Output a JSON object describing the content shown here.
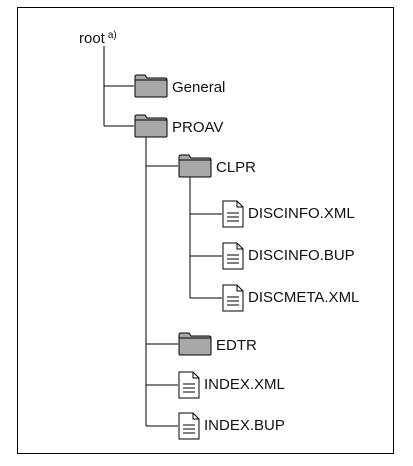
{
  "tree": {
    "root": {
      "label": "root",
      "note": "a)"
    },
    "nodes": [
      {
        "label": "General",
        "type": "folder"
      },
      {
        "label": "PROAV",
        "type": "folder"
      },
      {
        "label": "CLPR",
        "type": "folder"
      },
      {
        "label": "DISCINFO.XML",
        "type": "file"
      },
      {
        "label": "DISCINFO.BUP",
        "type": "file"
      },
      {
        "label": "DISCMETA.XML",
        "type": "file"
      },
      {
        "label": "EDTR",
        "type": "folder"
      },
      {
        "label": "INDEX.XML",
        "type": "file"
      },
      {
        "label": "INDEX.BUP",
        "type": "file"
      }
    ]
  },
  "colors": {
    "folder_fill": "#a8a8a8",
    "line": "#000000",
    "file_fill": "#ffffff"
  }
}
